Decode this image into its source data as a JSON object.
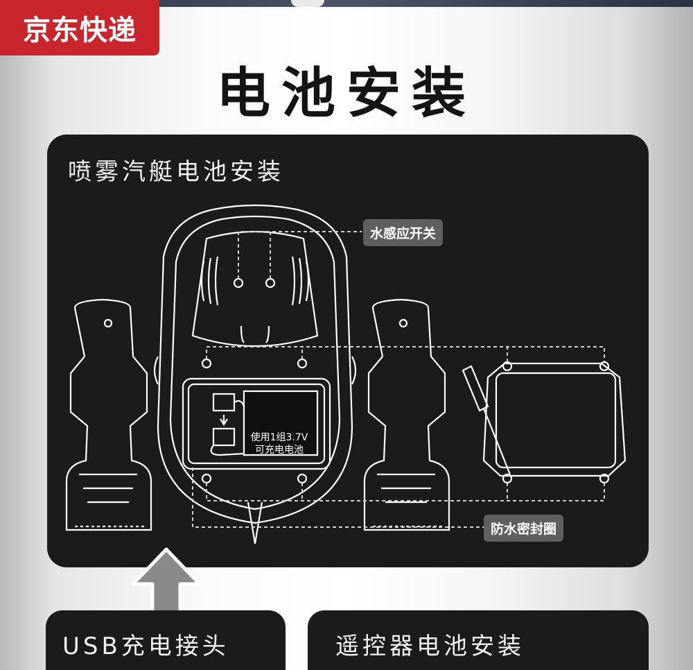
{
  "badge": {
    "label": "京东快递",
    "color": "#c8262c"
  },
  "title": "电池安装",
  "panel": {
    "title": "喷雾汽艇电池安装",
    "labels": {
      "sensor_switch": "水感应开关",
      "waterproof_seal": "防水密封圈"
    },
    "battery_note": {
      "line1": "使用1组3.7V",
      "line2": "可充电电池"
    }
  },
  "cards": {
    "usb": "USB充电接头",
    "remote": "遥控器电池安装"
  },
  "colors": {
    "panel_bg": "#1b1b1b",
    "label_bg": "#5f5f5f",
    "badge_red": "#c8262c"
  }
}
